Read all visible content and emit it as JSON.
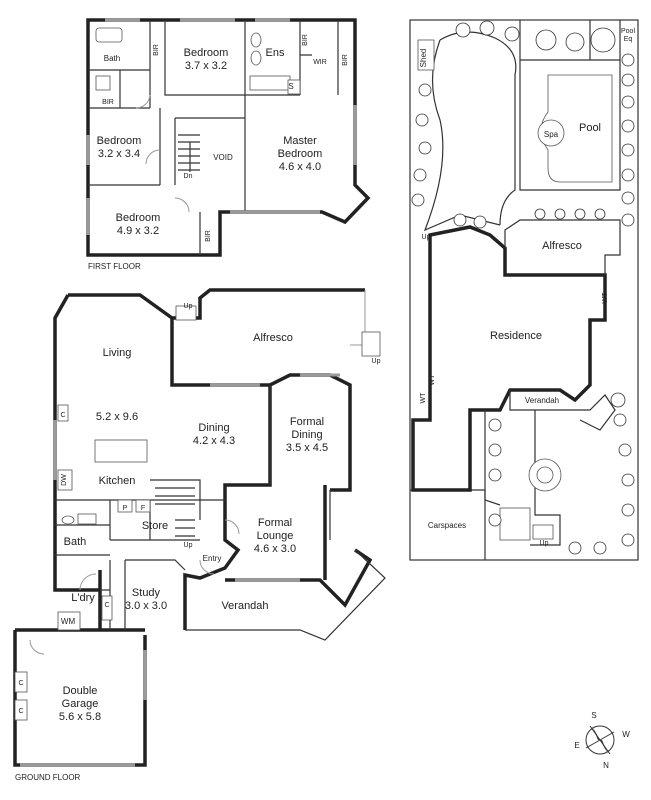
{
  "floors": {
    "first_floor_caption": "FIRST FLOOR",
    "ground_floor_caption": "GROUND FLOOR"
  },
  "first_floor": {
    "bath": "Bath",
    "bir_1": "BIR",
    "bedroom_top": {
      "name": "Bedroom",
      "dims": "3.7 x 3.2"
    },
    "ens": "Ens",
    "wir": "WIR",
    "bir_2": "BIR",
    "bir_3": "BIR",
    "s_label": "S",
    "bedroom_left": {
      "name": "Bedroom",
      "dims": "3.2 x 3.4"
    },
    "void": "VOID",
    "dn": "Dn",
    "master": {
      "name1": "Master",
      "name2": "Bedroom",
      "dims": "4.6 x 4.0"
    },
    "bedroom_bottom": {
      "name": "Bedroom",
      "dims": "4.9 x 3.2"
    },
    "bir_4": "BIR"
  },
  "ground_floor": {
    "up_1": "Up",
    "alfresco": "Alfresco",
    "up_2": "Up",
    "living": "Living",
    "living_dims": "5.2 x 9.6",
    "c_1": "C",
    "dining": {
      "name": "Dining",
      "dims": "4.2 x 4.3"
    },
    "formal_dining": {
      "name1": "Formal",
      "name2": "Dining",
      "dims": "3.5 x 4.5"
    },
    "dw": "DW",
    "kitchen": "Kitchen",
    "p": "P",
    "f": "F",
    "store": "Store",
    "formal_lounge": {
      "name1": "Formal",
      "name2": "Lounge",
      "dims": "4.6 x 3.0"
    },
    "up_3": "Up",
    "bath": "Bath",
    "entry": "Entry",
    "ldry": "L'dry",
    "c_2": "C",
    "study": {
      "name": "Study",
      "dims": "3.0 x 3.0"
    },
    "wm": "WM",
    "verandah": "Verandah",
    "garage": {
      "name1": "Double",
      "name2": "Garage",
      "dims": "5.6 x 5.8"
    },
    "c_3": "C",
    "c_4": "C"
  },
  "site_plan": {
    "shed": "Shed",
    "pool_eq_1": "Pool",
    "pool_eq_2": "Eq",
    "spa": "Spa",
    "pool": "Pool",
    "up_1": "Up",
    "alfresco": "Alfresco",
    "wt_1": "WT",
    "residence": "Residence",
    "wt_2": "WT",
    "wt_3": "WT",
    "verandah": "Verandah",
    "carspaces": "Carspaces",
    "up_2": "Up"
  },
  "compass": {
    "s": "S",
    "w": "W",
    "e": "E",
    "n": "N"
  }
}
